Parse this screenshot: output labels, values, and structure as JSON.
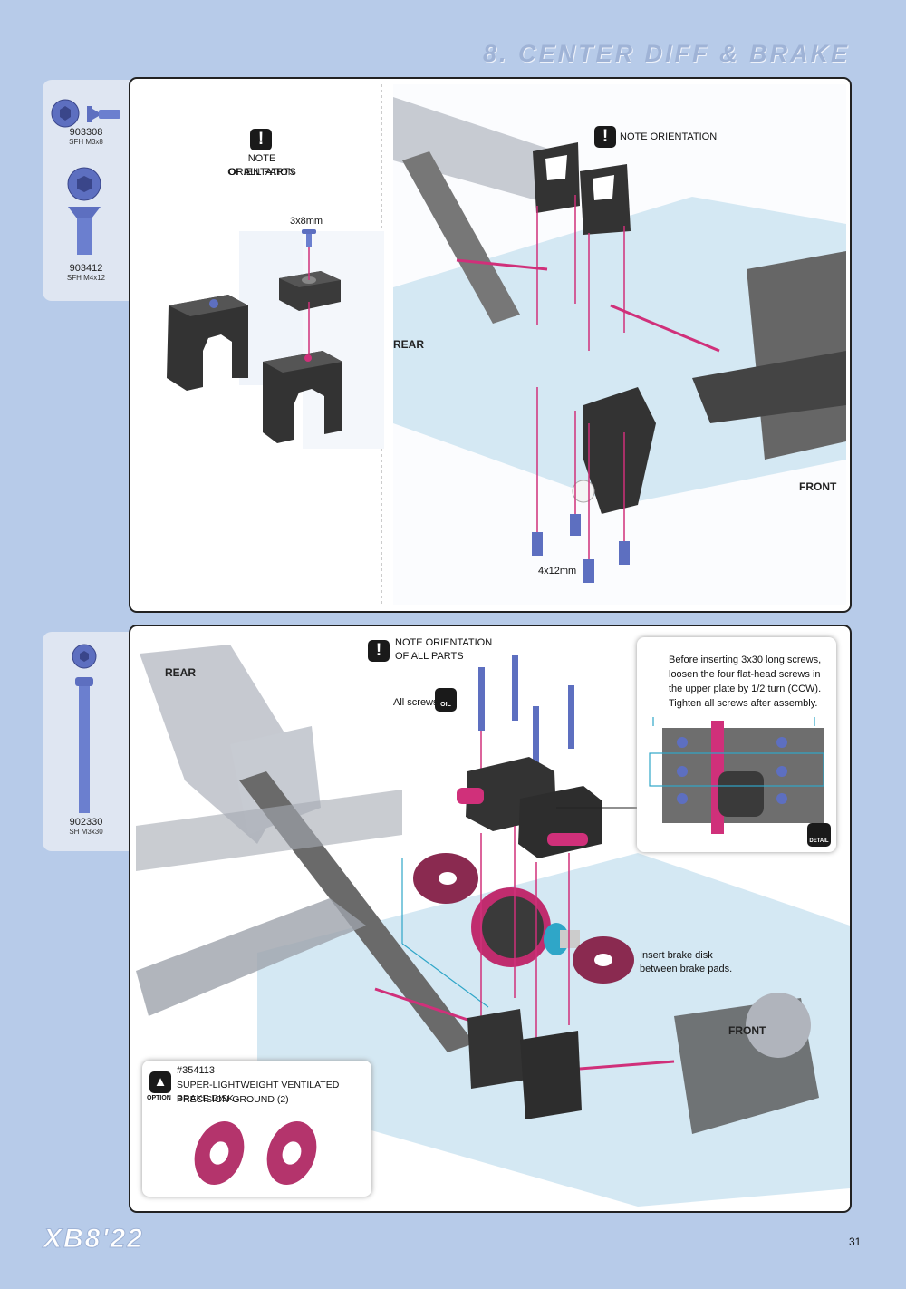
{
  "page": {
    "section_title": "8. CENTER DIFF & BRAKE",
    "footer_logo": "XB8'22",
    "page_number": "31"
  },
  "parts_top": [
    {
      "number": "903308",
      "name": "SFH M3x8"
    },
    {
      "number": "903412",
      "name": "SFH M4x12"
    }
  ],
  "parts_bottom": [
    {
      "number": "902330",
      "name": "SH M3x30"
    }
  ],
  "step1": {
    "left": {
      "warning_line1": "NOTE ORIENTATION",
      "warning_line2": "OF ALL PARTS",
      "screw_label": "3x8mm"
    },
    "right": {
      "warning": "NOTE ORIENTATION",
      "rear": "REAR",
      "front": "FRONT",
      "screw_label": "4x12mm"
    }
  },
  "step2": {
    "warning_line1": "NOTE ORIENTATION",
    "warning_line2": "OF ALL PARTS",
    "rear": "REAR",
    "front": "FRONT",
    "all_screws": "All screws",
    "oil_badge": "OIL",
    "brake_note_line1": "Insert brake disk",
    "brake_note_line2": "between brake pads.",
    "detail_lines": [
      "Before inserting 3x30 long screws,",
      "loosen the four flat-head screws in",
      "the upper plate by 1/2 turn (CCW).",
      "Tighten all screws after assembly."
    ],
    "detail_badge": "DETAIL",
    "option": {
      "badge": "OPTION",
      "part_number": "#354113",
      "line1": "SUPER-LIGHTWEIGHT VENTILATED BRAKE DISK -",
      "line2": "PRECISION-GROUND (2)"
    }
  },
  "colors": {
    "background": "#b7cbe9",
    "accent_pink": "#d0307a",
    "screw_blue": "#5d6fc0",
    "chassis_blue": "#cfe6f2"
  }
}
